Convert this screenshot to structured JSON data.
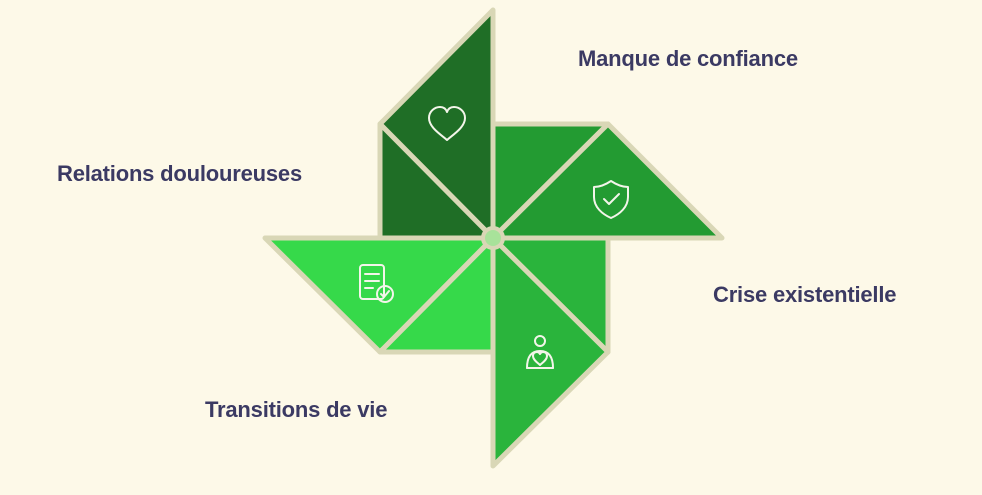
{
  "diagram": {
    "labels": {
      "top_right": "Manque de confiance",
      "left": "Relations douloureuses",
      "right": "Crise existentielle",
      "bottom_left": "Transitions de vie"
    },
    "colors": {
      "background": "#fdf9e8",
      "label_text": "#3b3a63",
      "blade_top": "#1f6e26",
      "blade_right": "#239b32",
      "blade_left": "#36d94a",
      "blade_bottom": "#2ab43c",
      "outline": "#d9d7b6",
      "center": "#a8e29a"
    },
    "icons": {
      "top_blade": "heart-icon",
      "right_blade": "shield-check-icon",
      "left_blade": "document-check-icon",
      "bottom_blade": "person-heart-icon"
    }
  }
}
